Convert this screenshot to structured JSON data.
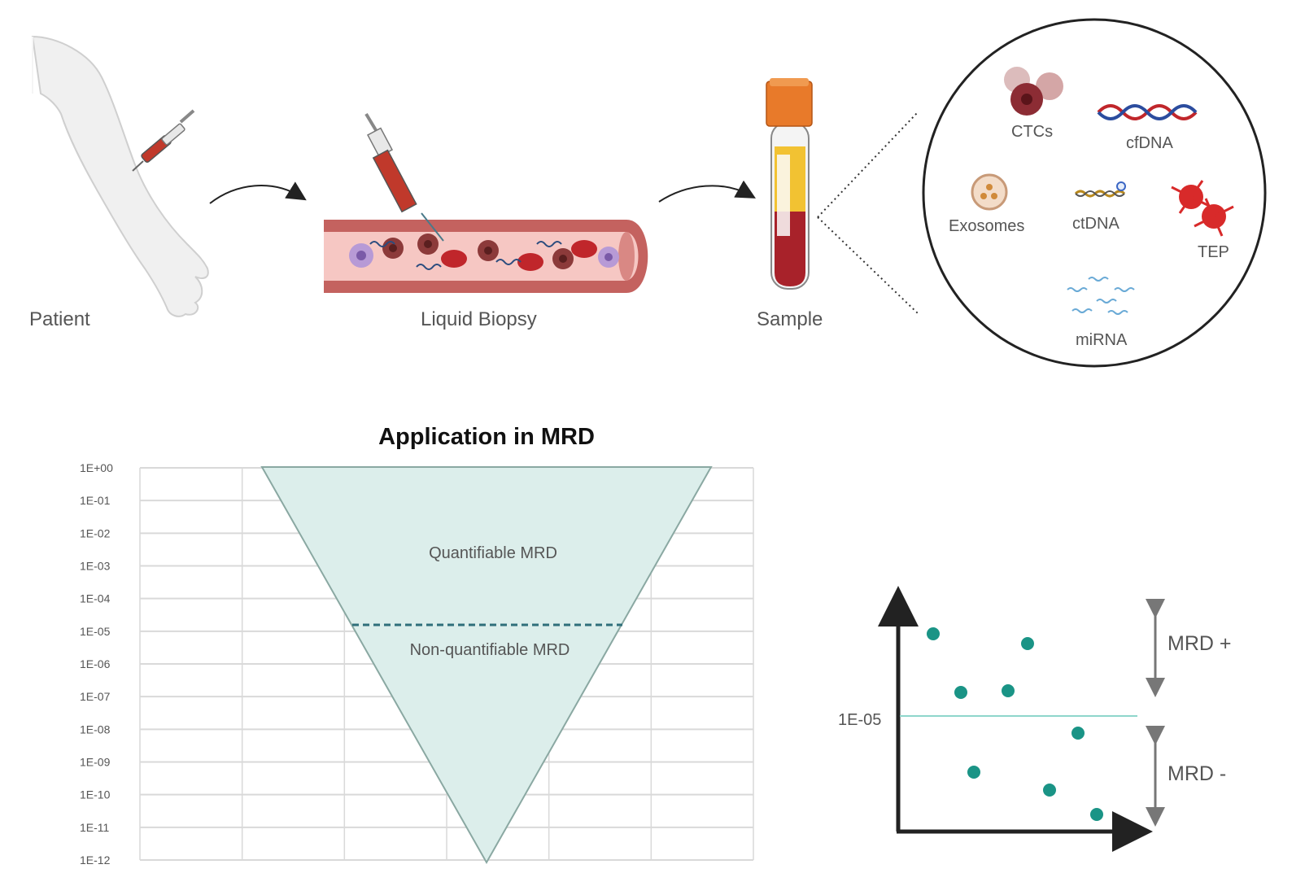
{
  "top": {
    "patient_label": "Patient",
    "biopsy_label": "Liquid Biopsy",
    "sample_label": "Sample",
    "components": {
      "ctcs": "CTCs",
      "cfdna": "cfDNA",
      "exosomes": "Exosomes",
      "ctdna": "ctDNA",
      "tep": "TEP",
      "mirna": "miRNA"
    }
  },
  "chart": {
    "title": "Application in MRD",
    "y_ticks": [
      "1E+00",
      "1E-01",
      "1E-02",
      "1E-03",
      "1E-04",
      "1E-05",
      "1E-06",
      "1E-07",
      "1E-08",
      "1E-09",
      "1E-10",
      "1E-11",
      "1E-12"
    ],
    "region_upper": "Quantifiable MRD",
    "region_lower": "Non-quantifiable MRD",
    "colors": {
      "funnel": "#dceeeb",
      "funnel_stroke": "#8aa8a2",
      "threshold": "#2f6f7a",
      "grid": "#d9d9d9"
    }
  },
  "scatter": {
    "threshold_label": "1E-05",
    "positive_label": "MRD +",
    "negative_label": "MRD -",
    "colors": {
      "point": "#1a9486",
      "threshold_line": "#8fd6cc"
    }
  }
}
